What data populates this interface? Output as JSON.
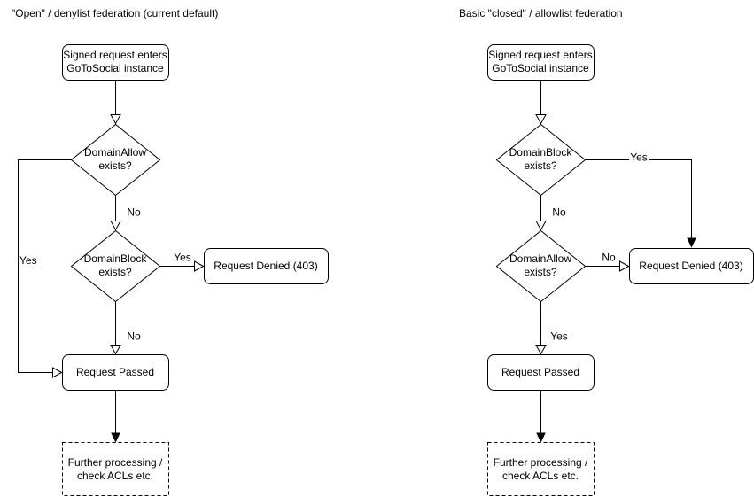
{
  "left_chart": {
    "title": "\"Open\" / denylist federation (current default)",
    "nodes": {
      "start": "Signed request enters\nGoToSocial instance",
      "domain_allow": "DomainAllow\nexists?",
      "domain_block": "DomainBlock\nexists?",
      "denied": "Request Denied (403)",
      "passed": "Request Passed",
      "further": "Further processing /\ncheck ACLs etc."
    },
    "edges": {
      "allow_no": "No",
      "allow_yes": "Yes",
      "block_yes": "Yes",
      "block_no": "No"
    }
  },
  "right_chart": {
    "title": "Basic \"closed\" / allowlist federation",
    "nodes": {
      "start": "Signed request enters\nGoToSocial instance",
      "domain_block": "DomainBlock\nexists?",
      "domain_allow": "DomainAllow\nexists?",
      "denied": "Request Denied (403)",
      "passed": "Request Passed",
      "further": "Further processing /\ncheck ACLs etc."
    },
    "edges": {
      "block_yes": "Yes",
      "block_no": "No",
      "allow_no": "No",
      "allow_yes": "Yes"
    }
  },
  "colors": {
    "stroke": "#000000",
    "node_fill": "#ffffff",
    "background": "#ffffff",
    "text": "#000000"
  }
}
